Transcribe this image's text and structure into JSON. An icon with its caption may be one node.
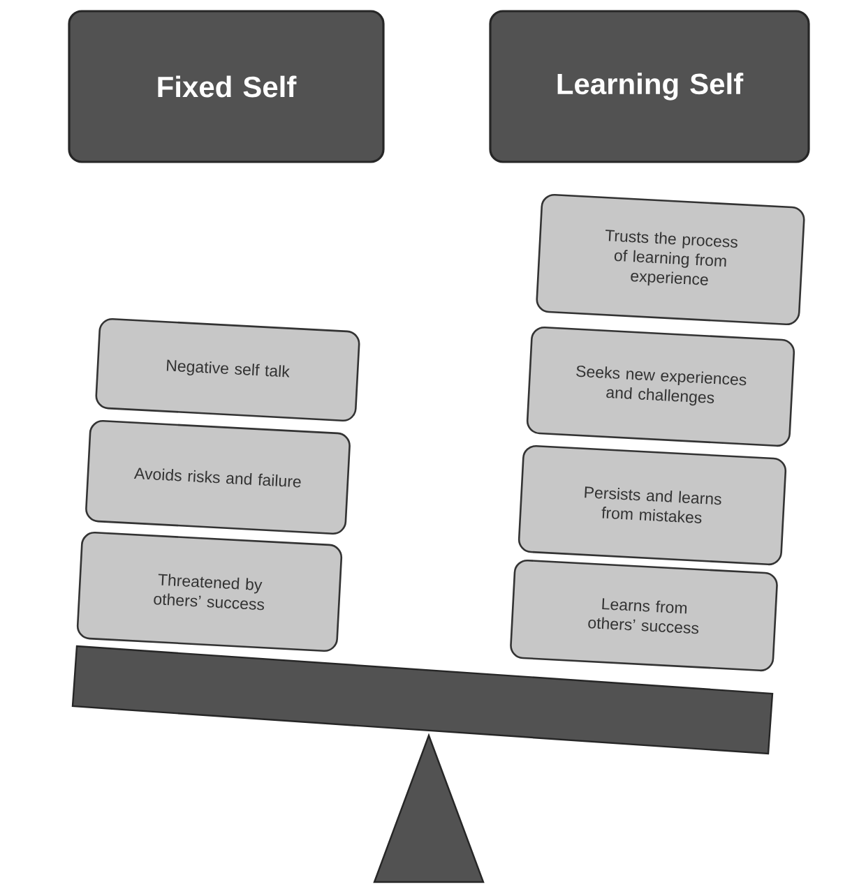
{
  "diagram": {
    "nodes": [
      {
        "text": [
          "Fixed Self"
        ]
      },
      {
        "text": [
          "Learning Self"
        ]
      },
      {
        "text": [
          "Negative self talk"
        ]
      },
      {
        "text": [
          "Avoids risks and failure"
        ]
      },
      {
        "text": [
          "Threatened by others’ success"
        ]
      },
      {
        "text": [
          "Trusts the process of learning from experience"
        ]
      },
      {
        "text": [
          "Seeks new experiences and challenges"
        ]
      },
      {
        "text": [
          "Persists and learns from mistakes"
        ]
      },
      {
        "text": [
          "Learns from others’ success"
        ]
      }
    ]
  }
}
